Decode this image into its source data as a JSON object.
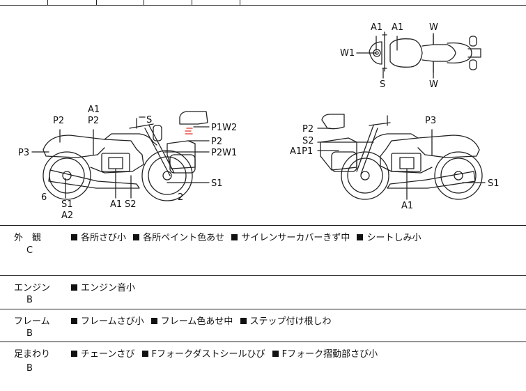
{
  "diagram": {
    "labels": {
      "top_a1_left": "A1",
      "top_a1_right": "A1",
      "top_w_top": "W",
      "top_w1": "W1",
      "top_s": "S",
      "top_w_bottom": "W",
      "left_a1": "A1",
      "left_p2_top": "P2",
      "left_p2_mid": "P2",
      "left_s": "S",
      "left_p1w2": "P1W2",
      "left_p2_right": "P2",
      "left_p2w1": "P2W1",
      "left_p3": "P3",
      "left_s1_right": "S1",
      "left_6": "6",
      "left_2": "2",
      "left_s1_bottom": "S1",
      "left_a2": "A2",
      "left_a1_bottom": "A1",
      "left_s2": "S2",
      "right_p2": "P2",
      "right_s2": "S2",
      "right_a1p1": "A1P1",
      "right_p3": "P3",
      "right_s1": "S1",
      "right_a1_bottom": "A1"
    }
  },
  "sections": [
    {
      "title": "外　観",
      "grade": "C",
      "notes": [
        "各所さび小",
        "各所ペイント色あせ",
        "サイレンサーカバーきず中",
        "シートしみ小"
      ]
    },
    {
      "title": "エンジン",
      "grade": "B",
      "notes": [
        "エンジン音小"
      ]
    },
    {
      "title": "フレーム",
      "grade": "B",
      "notes": [
        "フレームさび小",
        "フレーム色あせ中",
        "ステップ付け根しわ"
      ]
    },
    {
      "title": "足まわり",
      "grade": "B",
      "notes": [
        "チェーンさび",
        "Fフォークダストシールひび",
        "Fフォーク摺動部さび小"
      ]
    }
  ]
}
